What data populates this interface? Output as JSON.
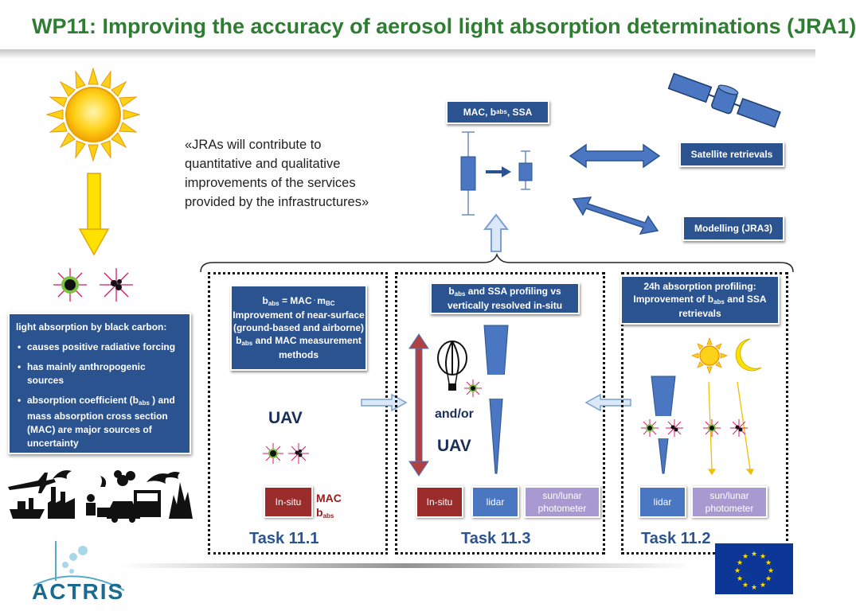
{
  "title": "WP11: Improving the accuracy of aerosol light absorption determinations (JRA1)",
  "quote_lines": [
    "«JRAs will contribute to",
    "quantitative and qualitative",
    "improvements of the services",
    "provided by the infrastructures»"
  ],
  "top_box": {
    "a": "MAC, b",
    "sub": "abs",
    "b": " , SSA"
  },
  "satellite_label": "Satellite retrievals",
  "modelling_label": "Modelling (JRA3)",
  "bc_box": {
    "heading": "light absorption by black carbon:",
    "bullet1": "causes positive radiative forcing",
    "bullet2": "has mainly anthropogenic sources",
    "bullet3_a": "absorption coefficient (b",
    "bullet3_sub": "abs",
    "bullet3_b": " ) and mass absorption cross section (MAC) are major sources of uncertainty"
  },
  "task1": {
    "box_line1_a": "b",
    "box_line1_sub": "abs",
    "box_line1_b": " = MAC",
    "box_line1_dot": " . ",
    "box_line1_c": "m",
    "box_line1_sub2": "BC",
    "box_line2": "Improvement of near-surface (ground-based and airborne)",
    "box_line3_a": "b",
    "box_line3_sub": "abs",
    "box_line3_b": " and MAC measurement methods",
    "uav": "UAV",
    "insitu": "In-situ",
    "mac": "MAC",
    "babs_a": "b",
    "babs_sub": "abs",
    "task_label": "Task 11.1"
  },
  "task3": {
    "box_a": "b",
    "box_sub": "abs",
    "box_b": " and SSA profiling vs vertically resolved in-situ",
    "andor": "and/or",
    "uav": "UAV",
    "insitu": "In-situ",
    "lidar": "lidar",
    "photometer": "sun/lunar photometer",
    "task_label": "Task 11.3"
  },
  "task2": {
    "box_l1": "24h absorption profiling:",
    "box_l2_a": "Improvement of b",
    "box_l2_sub": "abs",
    "box_l2_b": " and SSA retrievals",
    "lidar": "lidar",
    "photometer": "sun/lunar photometer",
    "task_label": "Task 11.2"
  },
  "logo_text": "ACTRIS",
  "colors": {
    "title_green": "#2e7d32",
    "box_blue": "#2a5390",
    "insitu_red": "#9b2c2c",
    "lidar_blue": "#4a76c2",
    "photometer_lavender": "#a89ad0",
    "task_blue": "#2a5390"
  }
}
